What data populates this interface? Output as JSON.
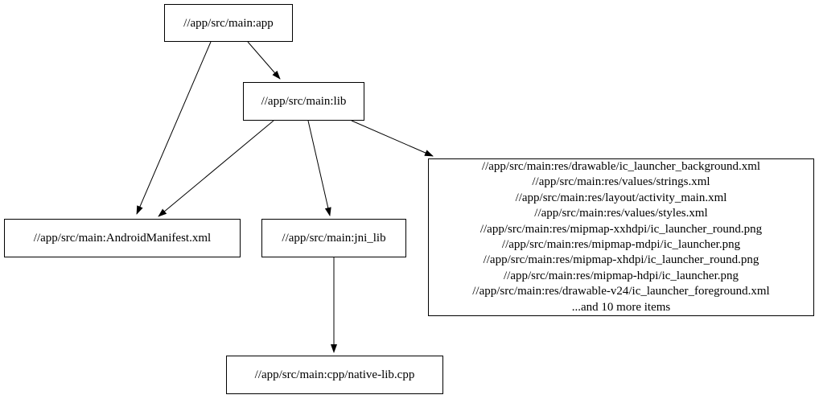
{
  "diagram": {
    "type": "dependency-graph",
    "colors": {
      "background": "#ffffff",
      "node_border": "#000000",
      "text": "#000000",
      "edge": "#000000"
    },
    "nodes": {
      "app": {
        "label": "//app/src/main:app"
      },
      "lib": {
        "label": "//app/src/main:lib"
      },
      "manifest": {
        "label": "//app/src/main:AndroidManifest.xml"
      },
      "jni_lib": {
        "label": "//app/src/main:jni_lib"
      },
      "res_group": {
        "lines": [
          "//app/src/main:res/drawable/ic_launcher_background.xml",
          "//app/src/main:res/values/strings.xml",
          "//app/src/main:res/layout/activity_main.xml",
          "//app/src/main:res/values/styles.xml",
          "//app/src/main:res/mipmap-xxhdpi/ic_launcher_round.png",
          "//app/src/main:res/mipmap-mdpi/ic_launcher.png",
          "//app/src/main:res/mipmap-xhdpi/ic_launcher_round.png",
          "//app/src/main:res/mipmap-hdpi/ic_launcher.png",
          "//app/src/main:res/drawable-v24/ic_launcher_foreground.xml",
          "...and 10 more items"
        ]
      },
      "native_cpp": {
        "label": "//app/src/main:cpp/native-lib.cpp"
      }
    },
    "edges": [
      {
        "from": "app",
        "to": "manifest"
      },
      {
        "from": "app",
        "to": "lib"
      },
      {
        "from": "lib",
        "to": "manifest"
      },
      {
        "from": "lib",
        "to": "jni_lib"
      },
      {
        "from": "lib",
        "to": "res_group"
      },
      {
        "from": "jni_lib",
        "to": "native_cpp"
      }
    ]
  }
}
